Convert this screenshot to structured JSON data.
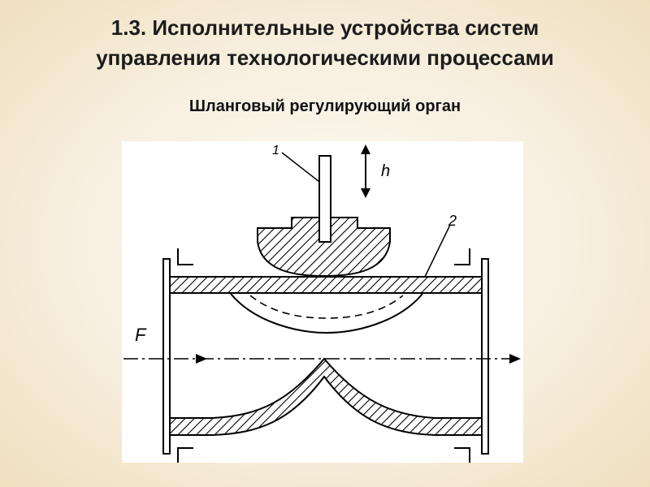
{
  "slide": {
    "title_line1": "1.3. Исполнительные устройства систем",
    "title_line2": "управления технологическими процессами",
    "subtitle": "Шланговый регулирующий орган"
  },
  "diagram": {
    "label_rod": "1",
    "label_hose": "2",
    "label_h": "h",
    "label_flow": "F"
  },
  "colors": {
    "ink": "#000000",
    "figure_bg": "#ffffff",
    "title": "#1c1c1c"
  }
}
